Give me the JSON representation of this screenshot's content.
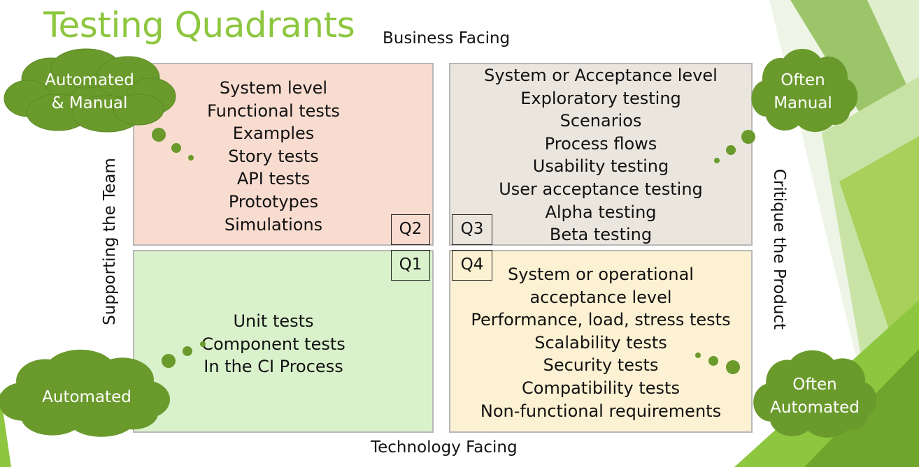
{
  "title": "Testing Quadrants",
  "axes": {
    "top": "Business Facing",
    "bottom": "Technology Facing",
    "left": "Supporting the Team",
    "right": "Critique the Product"
  },
  "quadrants": {
    "q2": {
      "label": "Q2",
      "lines": [
        "System level",
        "Functional tests",
        "Examples",
        "Story tests",
        "API tests",
        "Prototypes",
        "Simulations"
      ]
    },
    "q3": {
      "label": "Q3",
      "lines": [
        "System or Acceptance level",
        "Exploratory testing",
        "Scenarios",
        "Process flows",
        "Usability testing",
        "User acceptance testing",
        "Alpha testing",
        "Beta testing"
      ]
    },
    "q1": {
      "label": "Q1",
      "lines": [
        "Unit tests",
        "Component tests",
        "In the CI Process"
      ]
    },
    "q4": {
      "label": "Q4",
      "lines": [
        "System or operational",
        "acceptance level",
        "Performance, load, stress tests",
        "Scalability tests",
        "Security tests",
        "Compatibility tests",
        "Non-functional requirements"
      ]
    }
  },
  "clouds": {
    "top_left": [
      "Automated",
      "& Manual"
    ],
    "top_right": [
      "Often",
      "Manual"
    ],
    "bottom_left": [
      "Automated"
    ],
    "bottom_right": [
      "Often",
      "Automated"
    ]
  },
  "colors": {
    "title": "#8dc63f",
    "cloud": "#6a9a2c",
    "q1_bg": "#d9f2cc",
    "q2_bg": "#f9dcd0",
    "q3_bg": "#eae6de",
    "q4_bg": "#fcf1d2"
  }
}
